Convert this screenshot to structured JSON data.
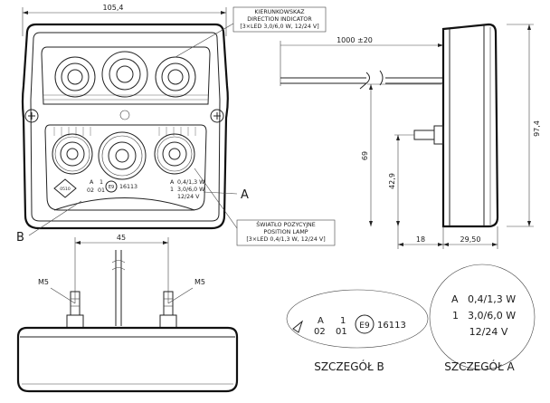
{
  "front_view": {
    "width_dim": "105,4",
    "label_a": "A",
    "label_b": "B",
    "plate": {
      "code": "0510",
      "letter": "A",
      "num_1": "1",
      "num_02": "02",
      "num_01": "01",
      "e_mark": "E9",
      "approval": "16113",
      "right_a": "A",
      "right_a_val": "0,4/1,3 W",
      "right_1": "1",
      "right_1_val": "3,0/6,0 W",
      "right_volt": "12/24 V"
    }
  },
  "callouts": {
    "direction": {
      "line1": "KIERUNKOWSKAZ",
      "line2": "DIRECTION INDICATOR",
      "line3": "[3×LED 3,0/6,0 W, 12/24 V]"
    },
    "position": {
      "line1": "ŚWIATŁO POZYCYJNE",
      "line2": "POSITION LAMP",
      "line3": "[3×LED 0,4/1,3 W, 12/24 V]"
    }
  },
  "side_view": {
    "cable_dim": "1000 ±20",
    "height_dim": "97,4",
    "dim_69": "69",
    "dim_42_9": "42,9",
    "dim_18": "18",
    "dim_29_50": "29,50"
  },
  "bottom_view": {
    "spacing_dim": "45",
    "stud_left": "M5",
    "stud_right": "M5"
  },
  "detail_b": {
    "letter_a": "A",
    "num_1": "1",
    "num_02": "02",
    "num_01": "01",
    "e_mark": "E9",
    "approval": "16113",
    "title": "SZCZEGÓŁ B"
  },
  "detail_a": {
    "line1_letter": "A",
    "line1_value": "0,4/1,3 W",
    "line2_letter": "1",
    "line2_value": "3,0/6,0 W",
    "line3": "12/24 V",
    "title": "SZCZEGÓŁ A"
  }
}
